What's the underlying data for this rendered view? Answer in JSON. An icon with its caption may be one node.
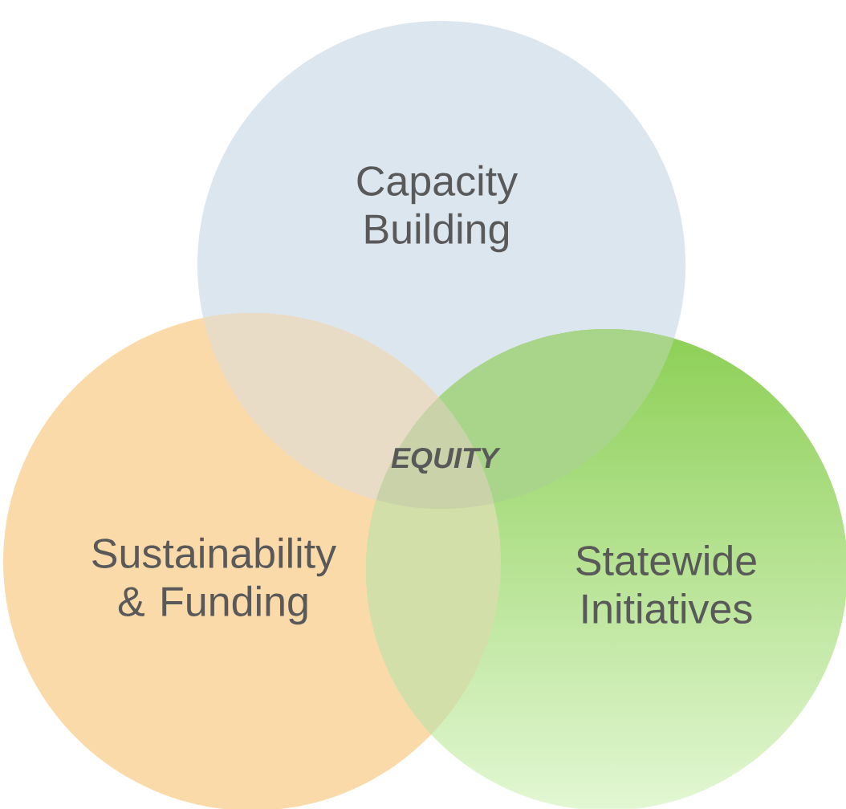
{
  "diagram": {
    "nodes": [
      {
        "text": [
          "Capacity Building"
        ]
      },
      {
        "text": [
          "Sustainability & Funding"
        ]
      },
      {
        "text": [
          "Statewide Initiatives"
        ]
      }
    ],
    "labels": [
      "EQUITY"
    ]
  }
}
